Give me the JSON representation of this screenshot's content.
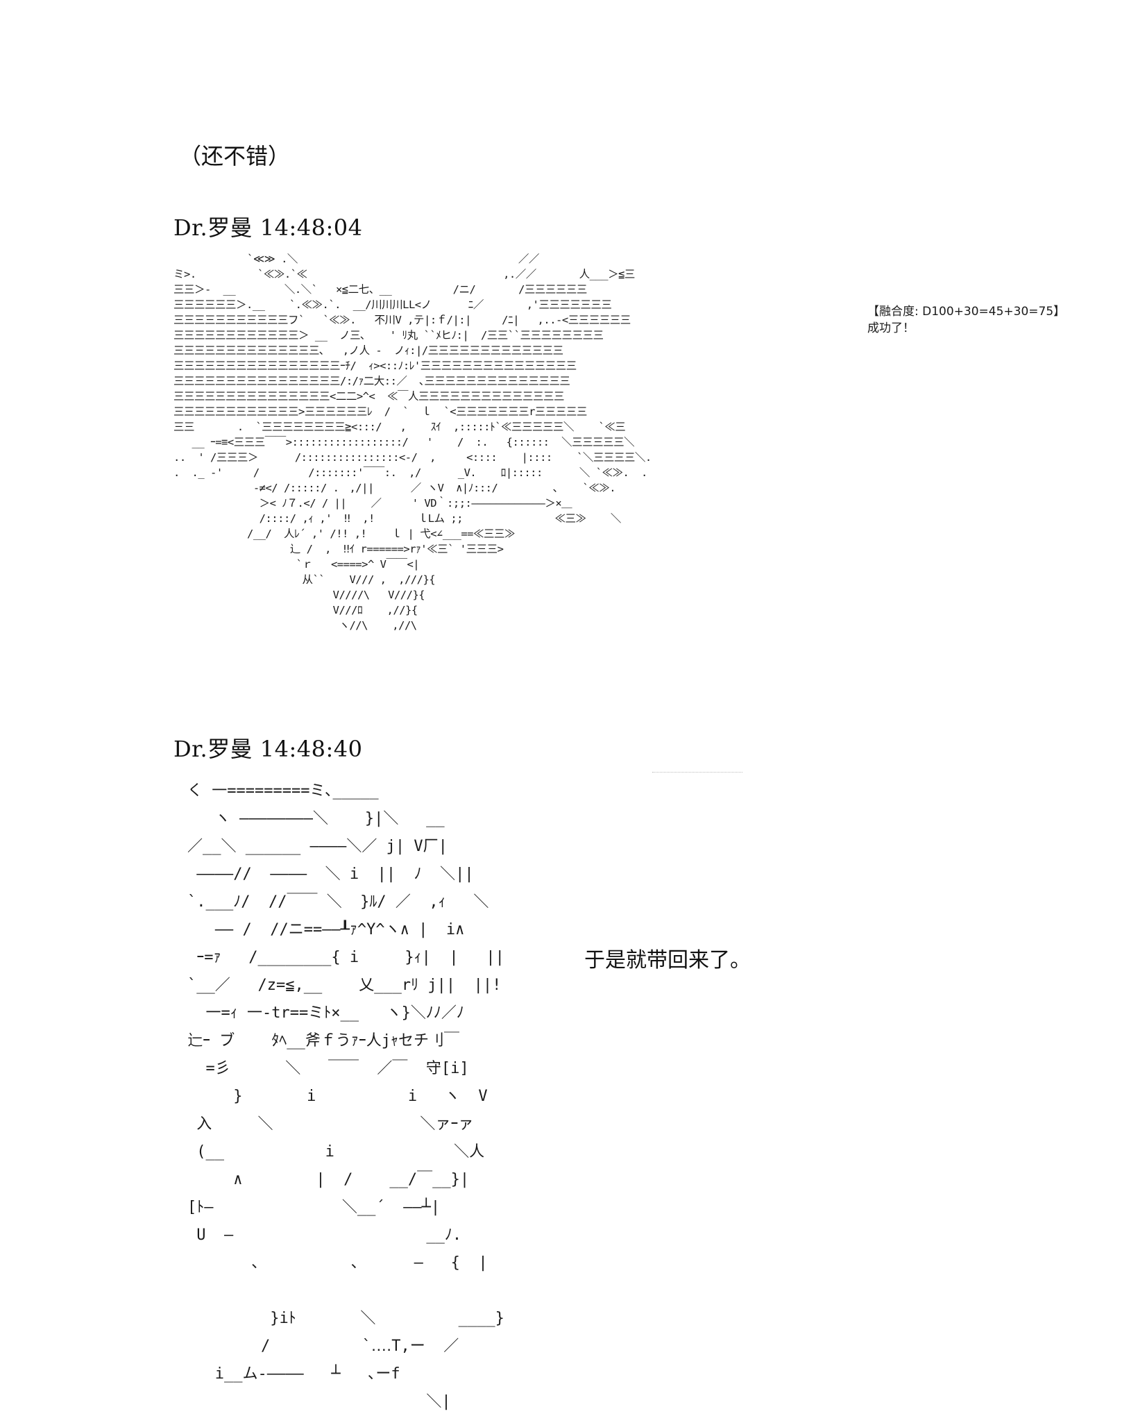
{
  "intro_text": "（还不错）",
  "post1": {
    "header": "Dr.罗曼 14:48:04",
    "art_lines": [
      "            `≪≫ .＼                                    ／／",
      "ミ>.          `≪≫.`≪                                ,.／／       人___＞≦三",
      "三三＞-  __        ＼.＼`   ×≦二七、__          /ニ/       /三三三三三三",
      "三三三三三三＞.__    `.≪≫.`.  __/川川川LL<ノ      ﾆ／       ,'三三三三三三三",
      "三三三三三三三三三三三フ`   `≪≫.   不川V ,テ|:ｆ/|:|     /ﾆ|   ,..-<三三三三三三",
      "三三三三三三三三三三三三＞ __  ノ三､    ' ﾘ丸 ``ﾒヒﾉ:|  /三三``三三三三三三三三",
      "三三三三三三三三三三三三三三､   ,ノ人 -  ノｨ:|/三三三三三三三三三三三三三",
      "三三三三三三三三三三三三三三三三ｰﾁ/  ｨ><::ﾉ:ﾚ'三三三三三三三三三三三三三三三",
      "三三三三三三三三三三三三三三三三/:/ｧ二大::／  ､三三三三三三三三三三三三三三",
      "三三三三三三三三三三三三三三三<二二>^<  ≪￣人三三三三三三三三三三三三三三",
      "三三三三三三三三三三三三>三三三三三三ﾚ  /  `  ｌ  `<三三三三三三三r三三三三三",
      "三三       .  `三三三三三三三三≧<:::/   ,    ｽｲ  ,:::::ﾄ`≪三三三三三＼    `≪三",
      "   __ ｰ=≡<三三三￣￣>::::::::::::::::::/   '    /  :.   {::::::  ＼三三三三三＼",
      "..  ' /三三三＞      /::::::::::::::::<-/  ,     <::::    |::::    `＼三三三三＼.",
      ".  ._ -'     /        /:::::::'￣￣:.  ,/      _V.    ﾛ|:::::      ＼ `≪≫.  .",
      "             -≠</ /:::::/ .　,/||      ／ ヽV  ∧|ﾉ:::/         ､    `≪≫.",
      "              ＞< ﾉ７.</ / ||    ／     ' VD｀:;;:――――――――――――＞×＿",
      "              /::::/ ,ｨ ,'  ‼  ,!       ｌLム ;;               ≪三≫    ＼",
      "            /__/  人ﾚ´ ,' /!! ,!    ｌ | 弋<∠___==≪三三≫",
      "                   辶 /  ,  ‼ｲ r======>rｧ'≪三` '三三三>",
      "                    `ｒ   <====>^ V￣￣<|",
      "                     从``    V/// ,  ,///}{",
      "                          V////\\   V///}{",
      "                          V///ﾛ    ,//}{",
      "                           ヽ//\\    ,//\\"
    ]
  },
  "side_note": {
    "line1": "【融合度: D100+30=45+30=75】",
    "line2": "成功了！"
  },
  "post2": {
    "header": "Dr.罗曼 14:48:40",
    "art_lines": [
      "く 一=========ミ､_____",
      "   ヽ ――――――――＼    }|＼   __",
      "／__＼ ______ ――――＼／ j| V厂|",
      " ――――//  ――――  ＼ i  ||  ﾉ  ＼||",
      "`.___ﾉ/  //￣￣ ＼  }ﾙ/ ／  ,ｨ   ＼",
      "   ―― /  //ニ==――┸ｧ^Y^ヽ∧ |  i∧",
      " ｰ=ｧ   /________{ i     }ｨ|  |   ||",
      "`__／   /z=≦,__    乂___rﾘ j||  ||!",
      "  一=ｨ 一-tr==ミﾄ×__   ヽ}＼ﾉﾉ／ﾉ",
      "辷ｰ ブ    ﾀﾍ__斧ｆうｧｰ人jｬセチ刂￣",
      "  =彡      ＼   ￣￣  ／￣  守[i]",
      "     }       i          i   ヽ  V",
      " 入     ＼                ＼ァｰァ",
      " (__           i             ＼人",
      "     ∧        |  /    __/￣__}|",
      "[ﾄ―              ＼__´  ――┴|",
      " U  ―                     __ﾉ.",
      "       ､          ､      ―   {  |",
      "",
      "         }iﾄ       ＼         ____}",
      "        /          `‥‥T,ー  ／",
      "   i__ム-――――   ┴   ､ーf",
      "                          ＼|"
    ]
  },
  "caption": "于是就带回来了。"
}
